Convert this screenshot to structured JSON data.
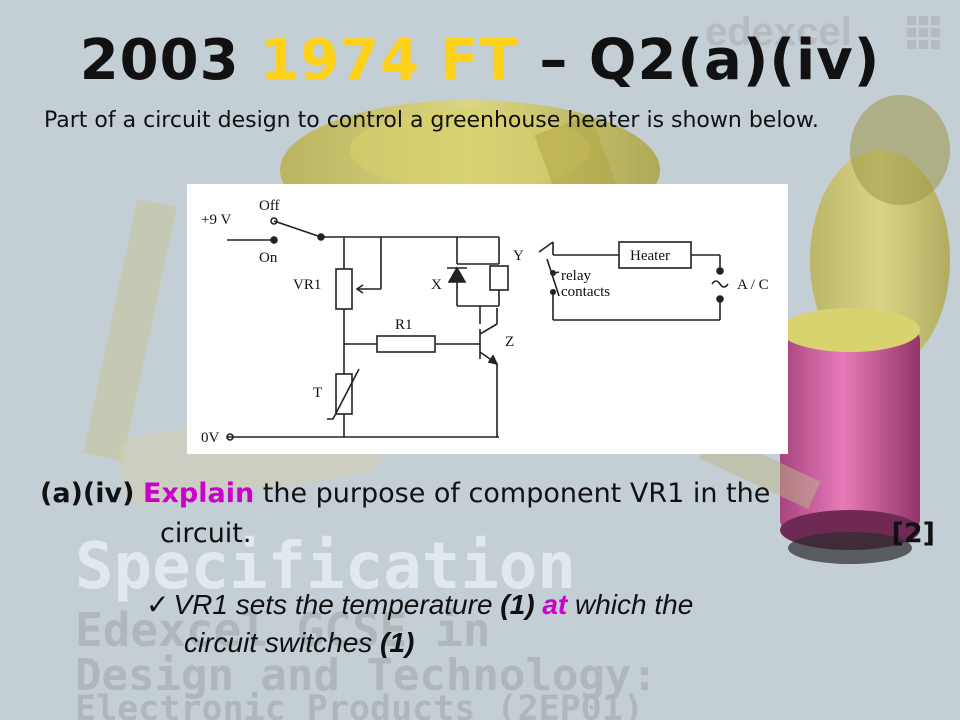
{
  "slide": {
    "title_prefix": "2003",
    "title_year": "1974 FT",
    "title_suffix": "– Q2(a)(iv)",
    "intro": "Part of a circuit design to control a greenhouse heater is shown below."
  },
  "background": {
    "logo_text": "edexcel",
    "watermark_lines": [
      "Specification",
      "Edexcel GCSE in",
      "Design and Technology:",
      "Electronic Products (2EP01)"
    ]
  },
  "diagram": {
    "supply_label": "+9 V",
    "off_label": "Off",
    "on_label": "On",
    "vr1_label": "VR1",
    "x_label": "X",
    "y_label": "Y",
    "r1_label": "R1",
    "z_label": "Z",
    "t_label": "T",
    "zero_label": "0V",
    "heater_label": "Heater",
    "relay_label": "relay",
    "contacts_label": "contacts",
    "ac_label": "A / C"
  },
  "question": {
    "number": "(a)(iv)",
    "command_word": "Explain",
    "text_line1": " the purpose of component VR1 in the",
    "text_line2": "circuit.",
    "marks": "[2]"
  },
  "answer": {
    "tick": "✓",
    "part1": "VR1 sets the temperature ",
    "mark1": "(1)",
    "space": " ",
    "keyword": "at",
    "part2": " which the",
    "part3": "circuit switches ",
    "mark2": "(1)"
  },
  "colors": {
    "title_highlight": "#ffd11a",
    "command_word": "#cc00cc",
    "background": "#c9d4da"
  }
}
